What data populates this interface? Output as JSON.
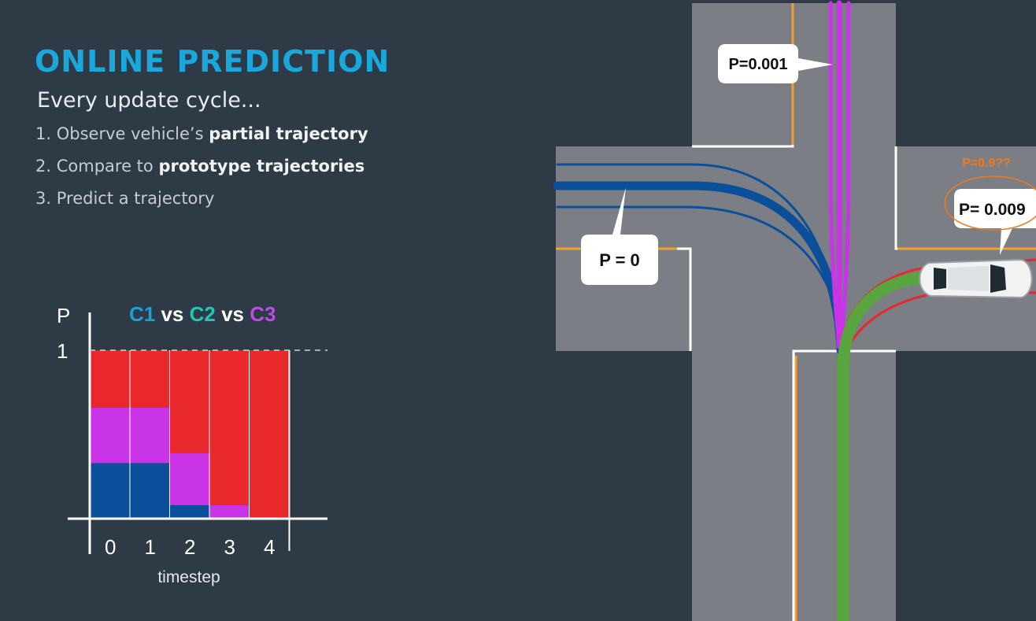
{
  "slide": {
    "title": "ONLINE PREDICTION",
    "subtitle": "Every update cycle...",
    "steps": [
      {
        "number": "1.",
        "text": "Observe vehicle’s ",
        "bold": "partial trajectory"
      },
      {
        "number": "2.",
        "text": "Compare to ",
        "bold": "prototype trajectories"
      },
      {
        "number": "3.",
        "text": "Predict a trajectory",
        "bold": ""
      }
    ]
  },
  "chart_data": {
    "type": "bar",
    "stacked": true,
    "ylabel": "P",
    "xlabel": "timestep",
    "ymax_label": "1",
    "ylim": [
      0,
      1
    ],
    "reference_line": {
      "y": 1,
      "style": "dashed"
    },
    "legend": [
      {
        "text": "C1",
        "color": "#1f9fd8"
      },
      {
        "text": " vs ",
        "color": "#ffffff"
      },
      {
        "text": "C2",
        "color": "#1fc8b4"
      },
      {
        "text": " vs ",
        "color": "#ffffff"
      },
      {
        "text": "C3",
        "color": "#b94ee0"
      }
    ],
    "categories": [
      "0",
      "1",
      "2",
      "3",
      "4"
    ],
    "series": [
      {
        "color": "#0b4f9a",
        "values": [
          0.33,
          0.33,
          0.08,
          0.0,
          0.0
        ]
      },
      {
        "color": "#c935e6",
        "values": [
          0.33,
          0.33,
          0.31,
          0.08,
          0.0
        ]
      },
      {
        "color": "#e8282a",
        "values": [
          0.34,
          0.34,
          0.61,
          0.92,
          1.0
        ]
      }
    ]
  },
  "scene": {
    "labels": {
      "top": "P=0.001",
      "left": "P = 0",
      "right": "P= 0.009",
      "annotation": "P=0.9??"
    },
    "colors": {
      "road": "#7b7e84",
      "lane_line": "#f0a030",
      "edge_line": "#ffffff",
      "blue_path": "#0b4f9a",
      "purple_path": "#c935e6",
      "green_path": "#5aa63e",
      "red_path": "#e8282a",
      "annotation": "#f07a20"
    }
  }
}
